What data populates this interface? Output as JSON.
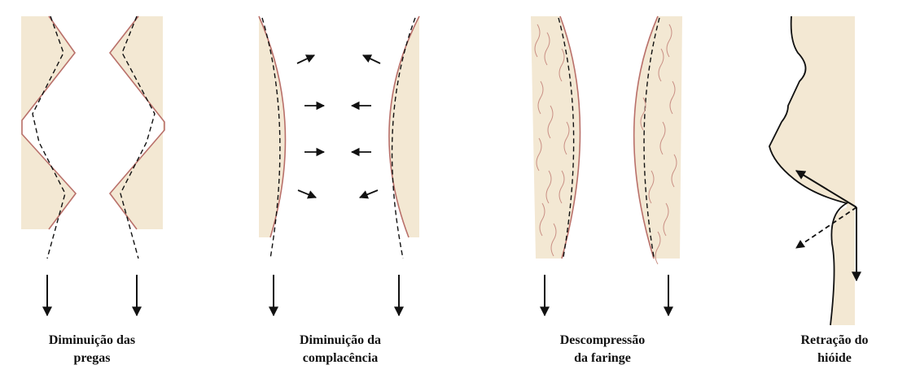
{
  "colors": {
    "tissue": "#f3e8d3",
    "wall": "#b9706a",
    "ink": "#111111",
    "fiber": "#c98f84"
  },
  "panels": [
    {
      "caption_line1": "Diminuição das",
      "caption_line2": "pregas"
    },
    {
      "caption_line1": "Diminuição da",
      "caption_line2": "complacência"
    },
    {
      "caption_line1": "Descompressão",
      "caption_line2": "da faringe"
    },
    {
      "caption_line1": "Retração do",
      "caption_line2": "hióide"
    }
  ]
}
